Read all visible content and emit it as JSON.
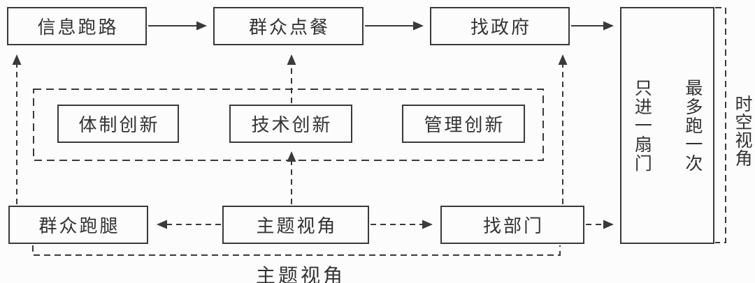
{
  "diagram": {
    "title_hint": "government service reform flow diagram",
    "nodes": {
      "info_run": "信息跑路",
      "mass_order": "群众点餐",
      "find_government": "找政府",
      "system_innovation": "体制创新",
      "tech_innovation": "技术创新",
      "management_innovation": "管理创新",
      "mass_errand": "群众跑腿",
      "theme_perspective": "主题视角",
      "find_department": "找部门",
      "goal_col_right": "最多跑一次",
      "goal_col_left": "只进一扇门"
    },
    "captions": {
      "bottom_bracket": "主题视角",
      "right_bracket": "时空视角"
    },
    "colors": {
      "line": "#3a3a3a",
      "text": "#333333",
      "background": "#fcfcfc"
    }
  }
}
